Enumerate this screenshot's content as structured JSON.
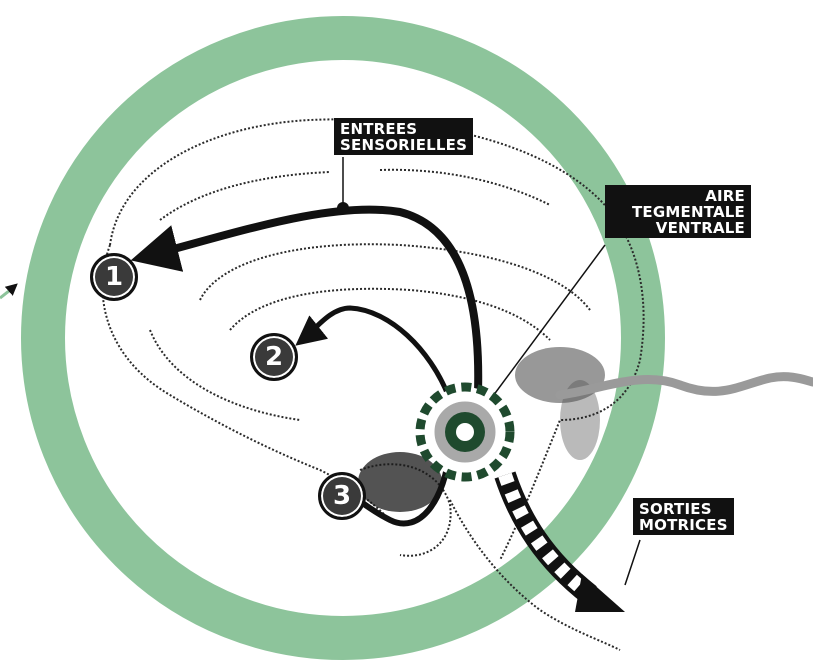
{
  "labels": {
    "entrees_l1": "ENTREES",
    "entrees_l2": "SENSORIELLES",
    "aire_l1": "AIRE",
    "aire_l2": "TEGMENTALE",
    "aire_l3": "VENTRALE",
    "sorties_l1": "SORTIES",
    "sorties_l2": "MOTRICES"
  },
  "markers": [
    "1",
    "2",
    "3"
  ],
  "colors": {
    "ring": "#8dc49b",
    "vta_dark": "#1f4a2e",
    "vta_light": "#a9a9a9",
    "label_bg": "#111111",
    "marker_fill": "#3a3a3a",
    "nerve": "#9a9a9a"
  }
}
